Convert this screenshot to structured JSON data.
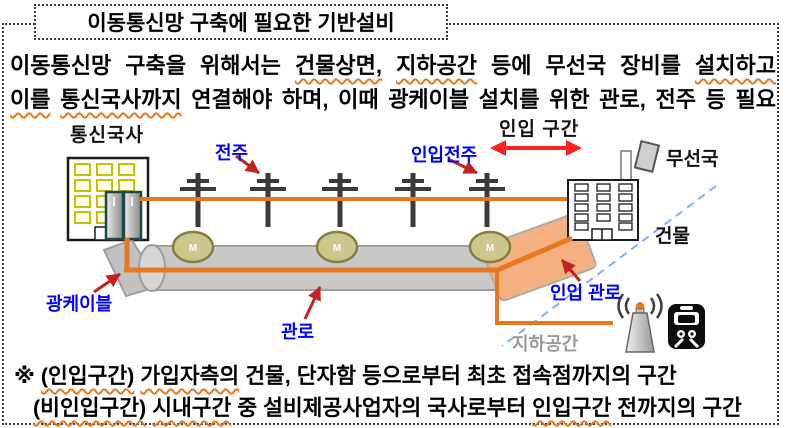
{
  "title": "이동통신망 구축에 필요한 기반설비",
  "intro": {
    "line1": [
      {
        "t": "이동통신망 구축을 위해서는 ",
        "u": false
      },
      {
        "t": "건물상면,",
        "u": true
      },
      {
        "t": " ",
        "u": false
      },
      {
        "t": "지하공간",
        "u": true
      },
      {
        "t": " 등에 무선국 장비를 ",
        "u": false
      },
      {
        "t": "설치하고",
        "u": true
      }
    ],
    "line2": [
      {
        "t": "이를",
        "u": true
      },
      {
        "t": " ",
        "u": false
      },
      {
        "t": "통신국사까지",
        "u": true
      },
      {
        "t": " 연결해야 하며, 이때 광케이블 설치를 위한 관로, 전주 등 필요",
        "u": false
      }
    ]
  },
  "diagram": {
    "labels": {
      "telecom_office": "통신국사",
      "pole": "전주",
      "lead_in_pole": "인입전주",
      "lead_in_section": "인입 구간",
      "radio_station": "무선국",
      "building": "건물",
      "optical_cable": "광케이블",
      "duct": "관로",
      "lead_in_duct": "인입 관로",
      "underground_space": "지하공간",
      "manhole_marker": "M"
    }
  },
  "notes": {
    "line1": [
      {
        "t": "※ ",
        "u": false
      },
      {
        "t": "(인입구간)",
        "u": true
      },
      {
        "t": " ",
        "u": false
      },
      {
        "t": "가입자측의",
        "u": true
      },
      {
        "t": " 건물, 단자함 등으로부터 최초 접속점까지의 구간",
        "u": false
      }
    ],
    "line2": [
      {
        "t": "(비인입구간)",
        "u": true
      },
      {
        "t": " ",
        "u": false
      },
      {
        "t": "시내구간",
        "u": true
      },
      {
        "t": " 중 설비제공사업자의 국사로부터 ",
        "u": false
      },
      {
        "t": "인입구간",
        "u": true
      },
      {
        "t": " 전까지의 구간",
        "u": false
      }
    ]
  },
  "colors": {
    "cable_orange": "#E8781E",
    "label_blue": "#0000FF",
    "pointer_red": "#C32222",
    "span_arrow_red": "#FF2222",
    "dashed_blue": "#85ACFF",
    "duct_gray": "#C8C8C8",
    "lead_in_peach": "#F6B183",
    "manhole_fill": "#CDC78E",
    "manhole_border": "#857F3D",
    "window_yellow": "#C3C300"
  }
}
